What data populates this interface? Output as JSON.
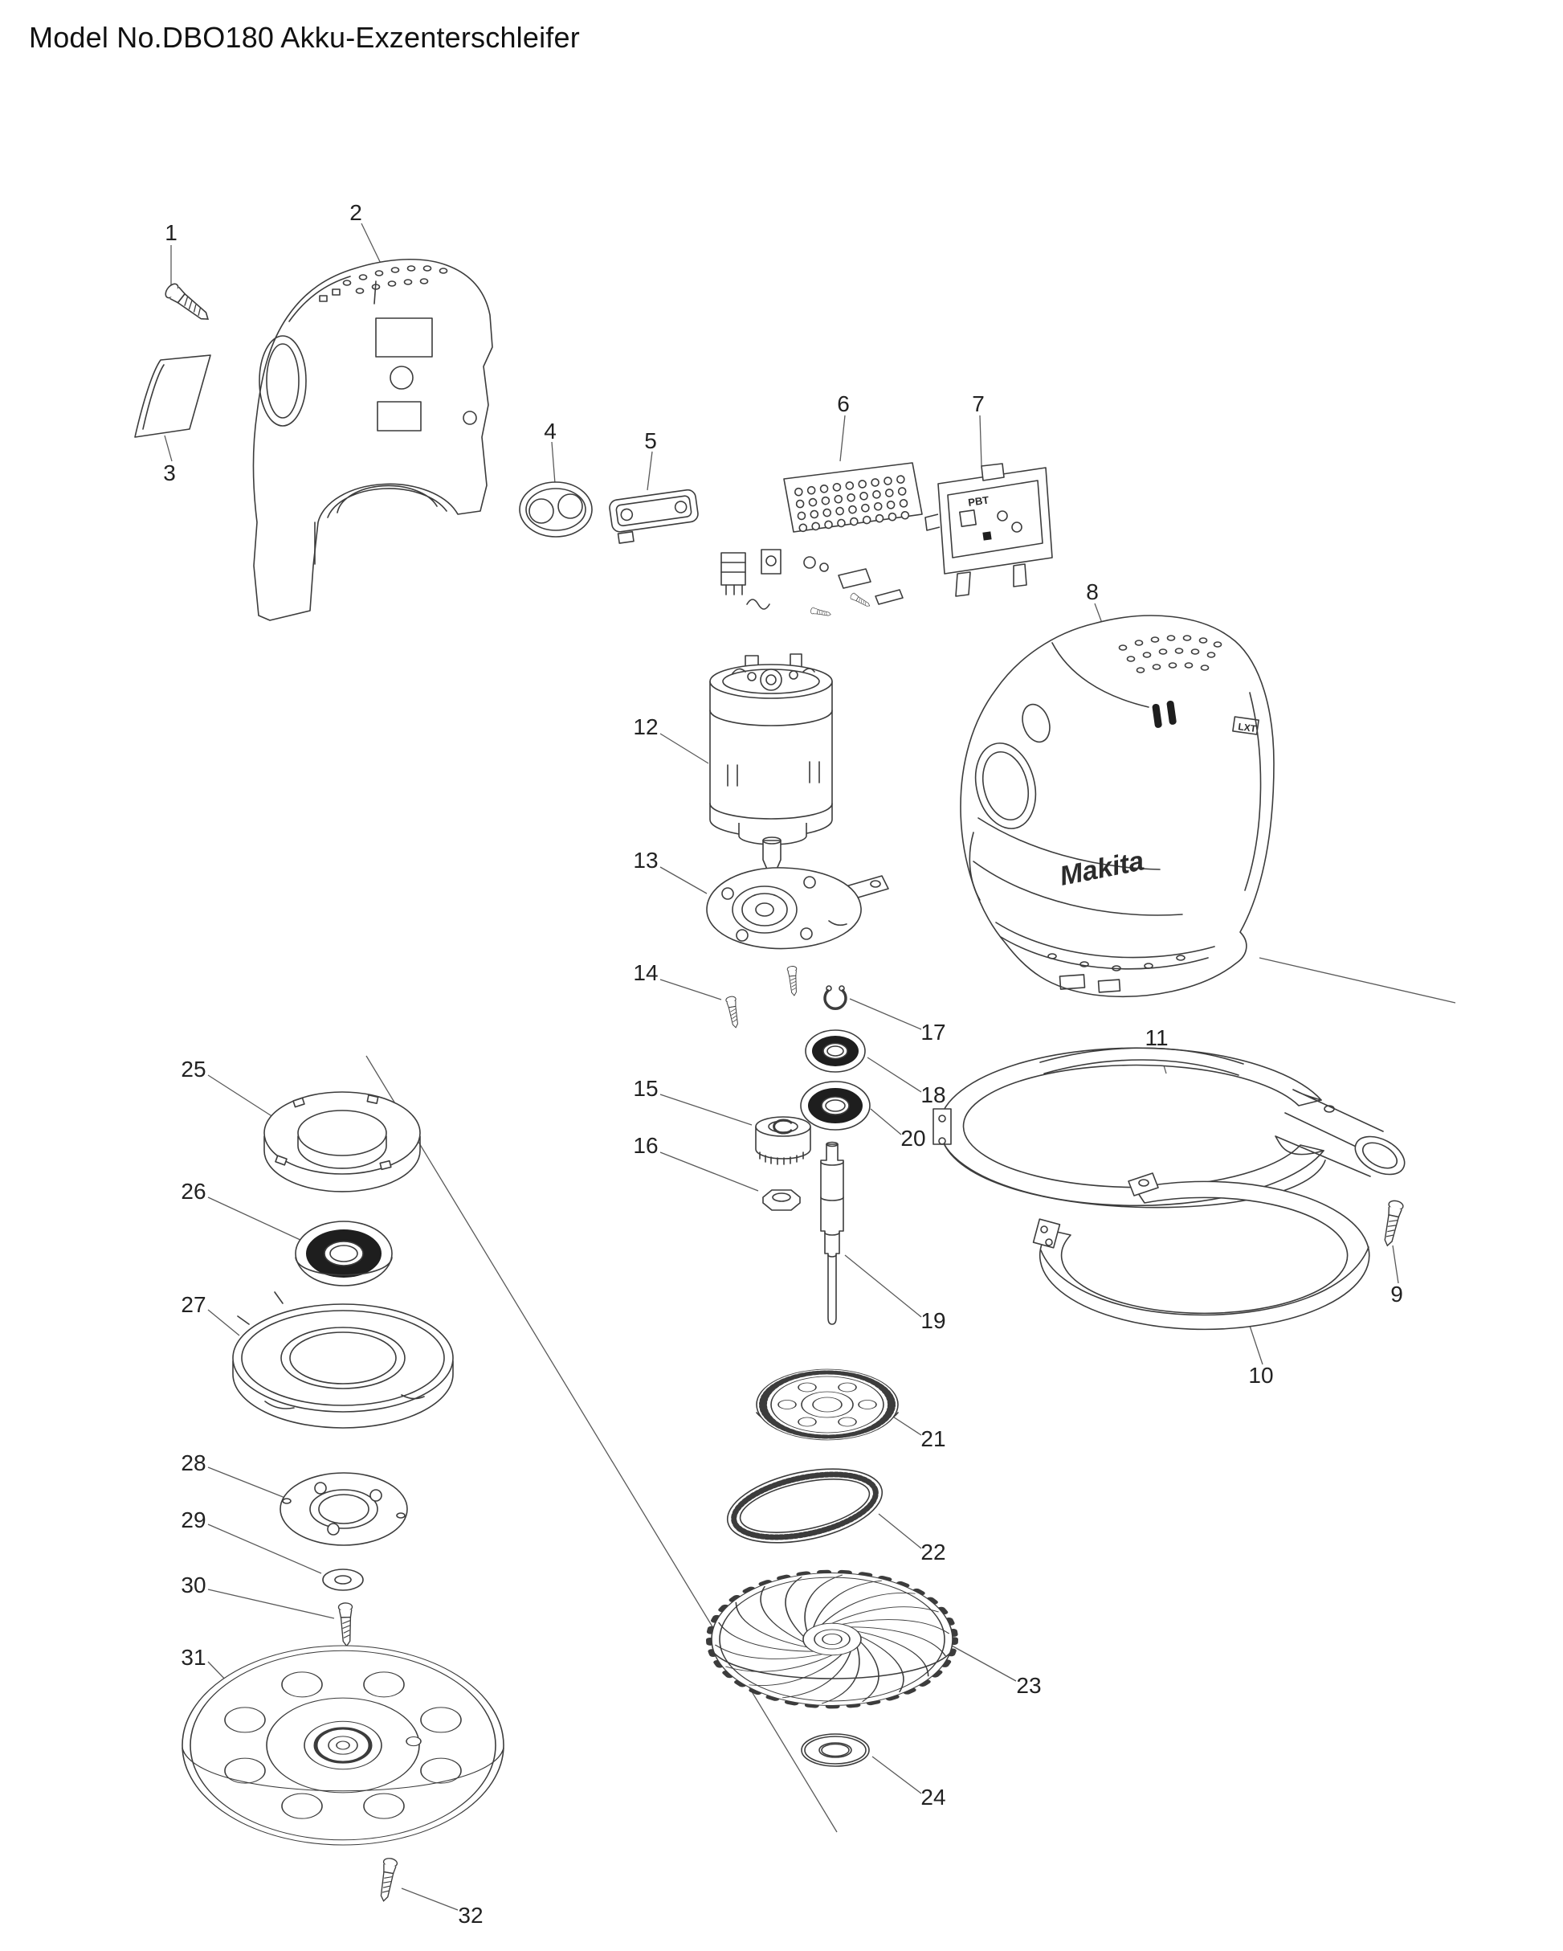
{
  "title": "Model No.DBO180 Akku-Exzenterschleifer",
  "part_numbers": [
    "1",
    "2",
    "3",
    "4",
    "5",
    "6",
    "7",
    "8",
    "9",
    "10",
    "11",
    "12",
    "13",
    "14",
    "15",
    "16",
    "17",
    "18",
    "19",
    "20",
    "21",
    "22",
    "23",
    "24",
    "25",
    "26",
    "27",
    "28",
    "29",
    "30",
    "31",
    "32"
  ],
  "annotations": {
    "terminal_block_text": "PBT",
    "housing_logo": "Makita",
    "housing_badge": "LXT"
  },
  "colors": {
    "ink": "#3c3c3c",
    "background": "#ffffff"
  }
}
